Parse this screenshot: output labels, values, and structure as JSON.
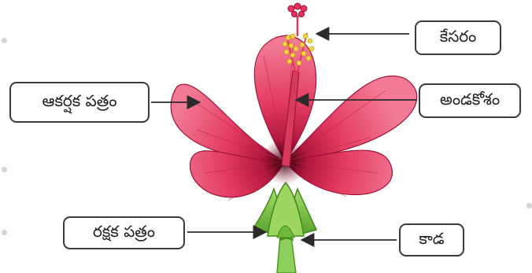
{
  "labels": {
    "stamens": "కేసరం",
    "petal": "ఆకర్షక పత్రం",
    "pistil": "అండకోశం",
    "sepal": "రక్షక పత్రం",
    "stalk": "కాడ"
  },
  "colors": {
    "petal": "#e33a60",
    "petal_dark": "#b0163c",
    "petal_light": "#f27a95",
    "center": "#5a0a1a",
    "sepal": "#7cc142",
    "sepal_dark": "#3f8a1e",
    "stalk": "#8ccf5a",
    "pollen": "#f2d53c",
    "arrow": "#2b2b2b",
    "box_border": "#3a3a3a"
  }
}
